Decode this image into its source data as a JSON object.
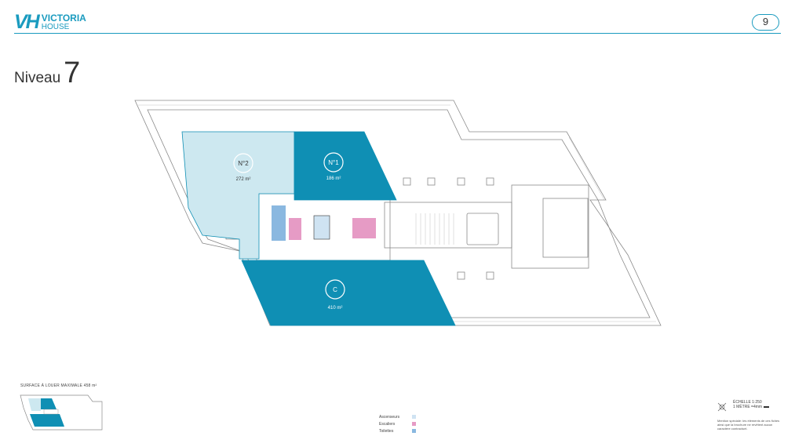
{
  "header": {
    "logo_mark": "VH",
    "logo_line1": "VICTORIA",
    "logo_line2": "HOUSE",
    "page_number": "9"
  },
  "title": {
    "word": "Niveau",
    "number": "7"
  },
  "plan": {
    "units": [
      {
        "id": "N°2",
        "area": "272 m²",
        "color": "#cde8f0"
      },
      {
        "id": "N°1",
        "area": "186 m²",
        "color": "#0f8fb4"
      },
      {
        "id": "C",
        "area": "410 m²",
        "color": "#0f8fb4"
      }
    ]
  },
  "minimap": {
    "label": "SURFACE À LOUER MAXIMALE",
    "value": "458 m²"
  },
  "legend": [
    {
      "label": "Ascenseurs",
      "color": "#cfe3f2"
    },
    {
      "label": "Escaliers",
      "color": "#e69bc5"
    },
    {
      "label": "Toilettes",
      "color": "#8ab8e0"
    }
  ],
  "scale": {
    "label": "ÉCHELLE 1:250",
    "unit": "1 MÈTRE =4mm"
  },
  "mention": "Mention spéciale: les éléments de ces fiches ainsi que la brochure ne revêtent aucun caractère contractuel.",
  "colors": {
    "accent": "#1a9bbf",
    "unit_dark": "#0f8fb4",
    "unit_light": "#cde8f0"
  }
}
